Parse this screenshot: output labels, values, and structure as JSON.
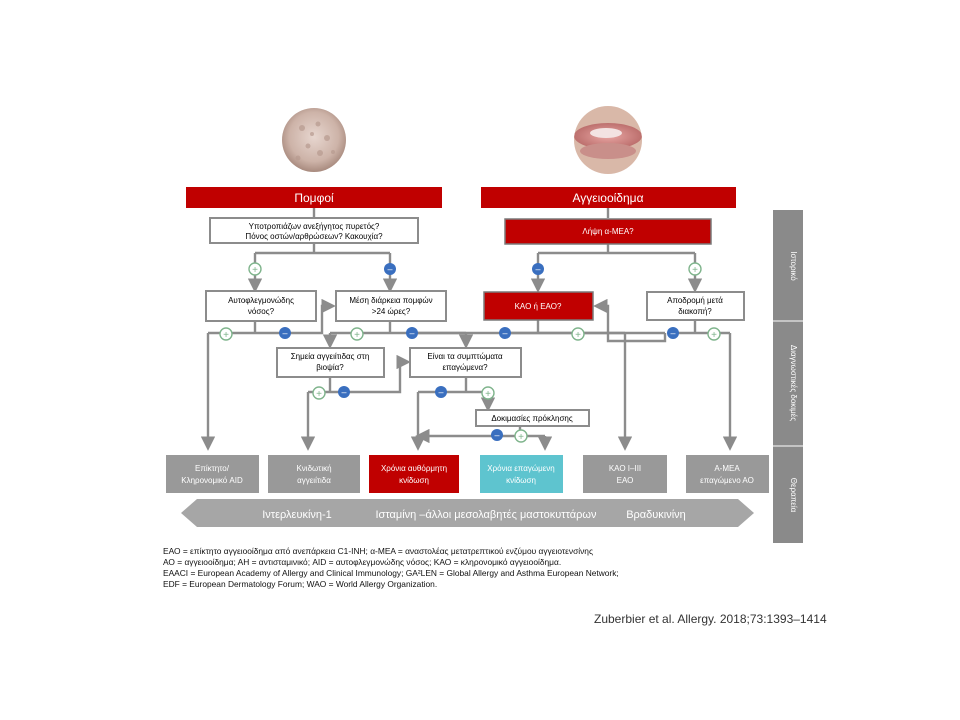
{
  "header": {
    "left": "Πομφοί",
    "right": "Αγγειοοίδημα"
  },
  "boxes": {
    "q_fever": [
      "Υποτροπιάζων ανεξήγητος πυρετός?",
      "Πόνος οστών/αρθρώσεων? Κακουχία?"
    ],
    "q_ace": "Λήψη α-ΜΕΑ?",
    "q_autoinflam": [
      "Αυτοφλεγμονώδης",
      "νόσος?"
    ],
    "q_duration": [
      "Μέση διάρκεια πομφών",
      ">24 ώρες?"
    ],
    "q_hae": "ΚΑΟ ή ΕΑΟ?",
    "q_remission": [
      "Αποδρομή μετά",
      "διακοπή?"
    ],
    "q_biopsy": [
      "Σημεία αγγειίτιδας στη",
      "βιοψία?"
    ],
    "q_inducible": [
      "Είναι τα συμπτώματα",
      "επαγώμενα?"
    ],
    "q_provocation": "Δοκιμασίες πρόκλησης"
  },
  "outcomes": {
    "acquired_aid": [
      "Επίκτητο/",
      "Κληρονομικό AID"
    ],
    "urticarial_vasculitis": [
      "Κνιδωτική",
      "αγγειίτιδα"
    ],
    "csu": [
      "Χρόνια αυθόρμητη",
      "κνίδωση"
    ],
    "cindu": [
      "Χρόνια επαγώμενη",
      "κνίδωση"
    ],
    "hae": [
      "ΚΑΟ I–III",
      "ΕΑΟ"
    ],
    "ace_ae": [
      "Α-ΜΕΑ",
      "επαγώμενο ΑΟ"
    ]
  },
  "signs": {
    "plus": "+",
    "minus": "–"
  },
  "side_panel": {
    "history": "Ιστορικό",
    "tests": "Διαγνωστικές δοκιμές",
    "therapy": "Θεραπεία"
  },
  "therapy_arrow": {
    "left": "Ιντερλευκίνη-1",
    "middle": "Ισταμίνη –άλλοι μεσολαβητές μαστοκυττάρων",
    "right": "Βραδυκινίνη"
  },
  "footnotes": [
    "ΕΑΟ = επίκτητο αγγειοοίδημα από ανεπάρκεια C1-INH; α-ΜΕΑ = αναστολέας μετατρεπτικού ενζύμου αγγειοτενσίνης",
    "ΑΟ = αγγειοοίδημα; ΑΗ = αντισταμινικό; AID = αυτοφλεγμονώδης νόσος; ΚΑΟ = κληρονομικό αγγειοοίδημα.",
    "EAACI = European Academy of Allergy and Clinical Immunology; GA²LEN = Global Allergy and Asthma European Network;",
    "EDF = European Dermatology Forum; WAO = World Allergy Organization."
  ],
  "citation": "Zuberbier et al. Allergy. 2018;73:1393–1414",
  "colors": {
    "red": "#c00000",
    "gray": "#8c8c8c",
    "outcome_gray": "#999999",
    "cyan": "#5ec4cf",
    "minus_blue": "#3a6fbf",
    "plus_green": "#7fb48c",
    "side_panel": "#8a8a8a",
    "therapy_arrow": "#a6a6a6"
  },
  "images": {
    "left": "skin-wheals-photo",
    "right": "swollen-lip-photo"
  }
}
